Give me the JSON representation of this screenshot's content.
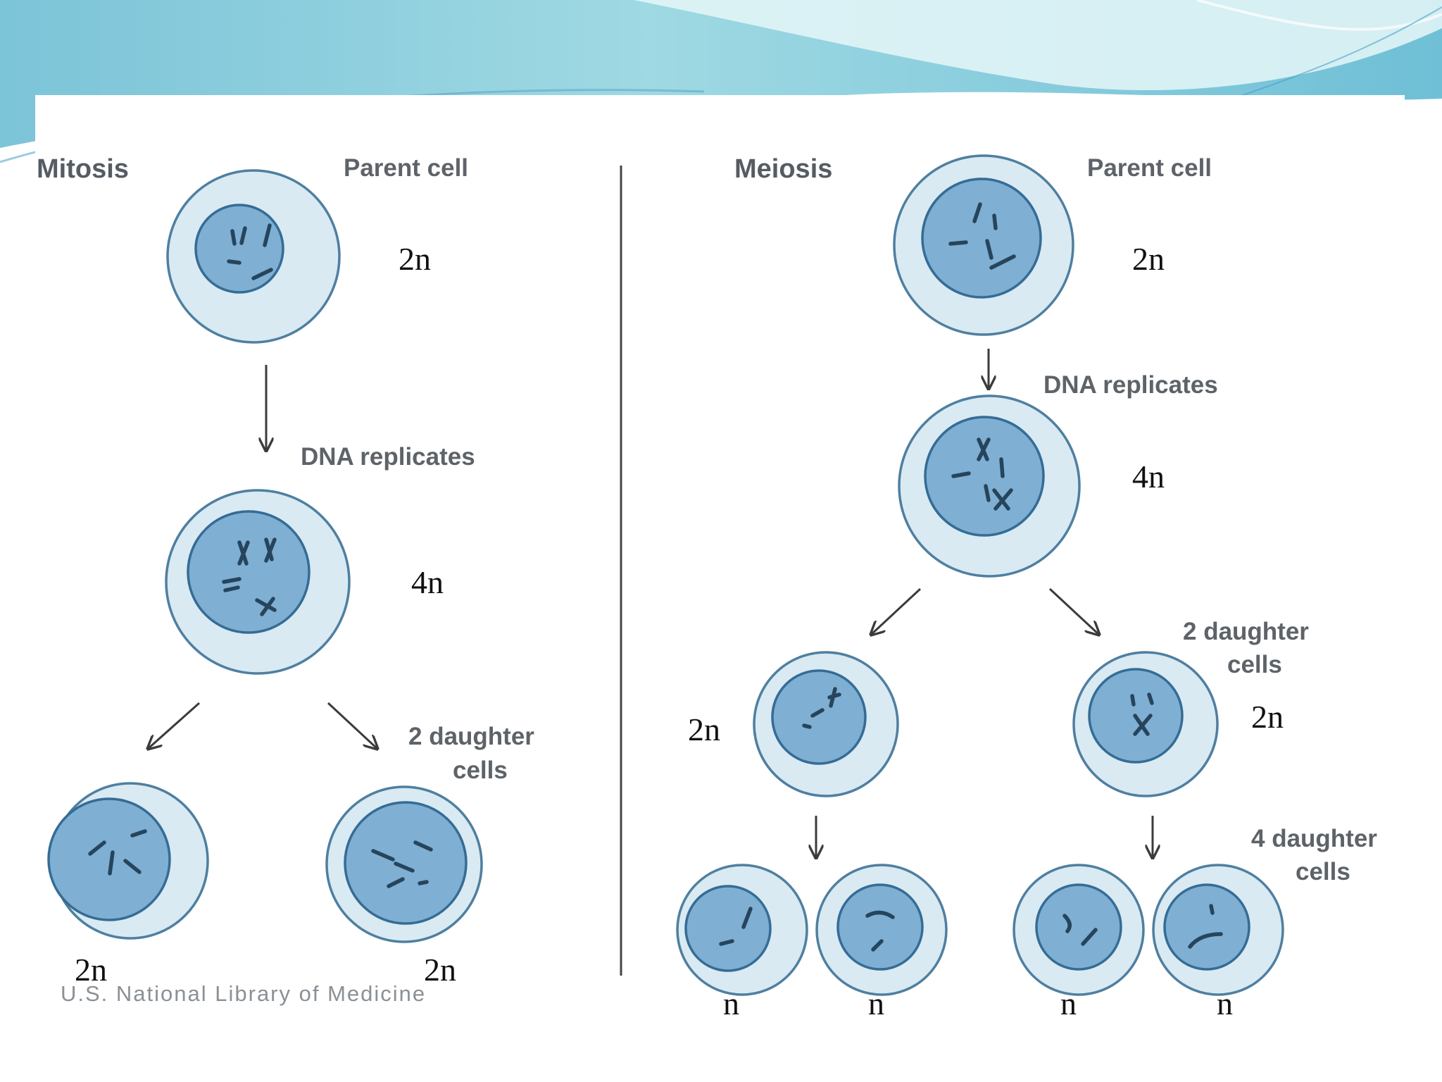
{
  "mitosis": {
    "title": "Mitosis",
    "parent_label": "Parent cell",
    "dna_label": "DNA replicates",
    "daughter_label_line1": "2 daughter",
    "daughter_label_line2": "cells",
    "parent_ploidy": "2n",
    "replicated_ploidy": "4n",
    "daughter_left_ploidy": "2n",
    "daughter_right_ploidy": "2n"
  },
  "meiosis": {
    "title": "Meiosis",
    "parent_label": "Parent cell",
    "dna_label": "DNA replicates",
    "two_daughter_line1": "2 daughter",
    "two_daughter_line2": "cells",
    "four_daughter_line1": "4 daughter",
    "four_daughter_line2": "cells",
    "parent_ploidy": "2n",
    "replicated_ploidy": "4n",
    "daughter_left_ploidy": "2n",
    "daughter_right_ploidy": "2n",
    "gamete_ploidy_1": "n",
    "gamete_ploidy_2": "n",
    "gamete_ploidy_3": "n",
    "gamete_ploidy_4": "n"
  },
  "credit": "U.S. National Library of Medicine",
  "colors": {
    "banner_light": "#d8f1f4",
    "banner_mid": "#8fd3df",
    "banner_dark": "#5aaed0",
    "cell_outer": "#d9eaf3",
    "cell_nucleus": "#7fafd3",
    "chromosome": "#26455c"
  }
}
